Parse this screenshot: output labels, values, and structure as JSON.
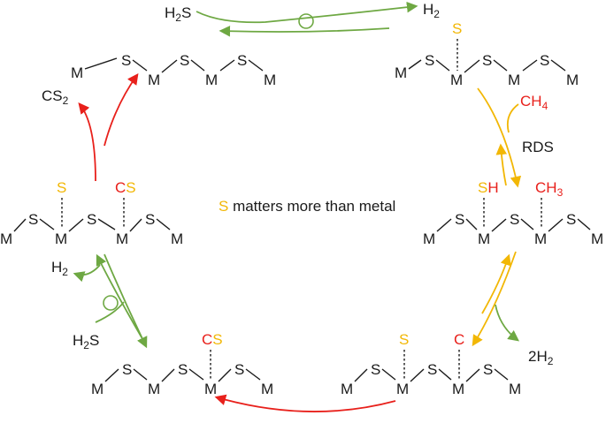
{
  "colors": {
    "black": "#1a1a1a",
    "sulfur": "#f2b705",
    "carbon_hydrogen_red": "#e8201b",
    "h2s_green": "#6ea843"
  },
  "center_text": {
    "s": "S",
    "rest": " matters more than metal"
  },
  "reagents": {
    "top_h2s": {
      "main": "H",
      "sub": "2",
      "tail": "S"
    },
    "top_h2": {
      "main": "H",
      "sub": "2"
    },
    "ch4": {
      "main": "CH",
      "sub": "4"
    },
    "rds": "RDS",
    "two_h2": {
      "main": "2H",
      "sub": "2"
    },
    "cs2": {
      "main": "CS",
      "sub": "2"
    },
    "left_h2": {
      "main": "H",
      "sub": "2"
    },
    "left_h2s": {
      "main": "H",
      "sub": "2",
      "tail": "S"
    }
  },
  "chain": {
    "metal": "M",
    "sulfur": "S"
  },
  "adsorbates": {
    "s": "S",
    "sh_s": "S",
    "sh_h": "H",
    "ch3_c": "CH",
    "ch3_sub": "3",
    "c": "C",
    "cs_c": "C",
    "cs_s": "S"
  }
}
